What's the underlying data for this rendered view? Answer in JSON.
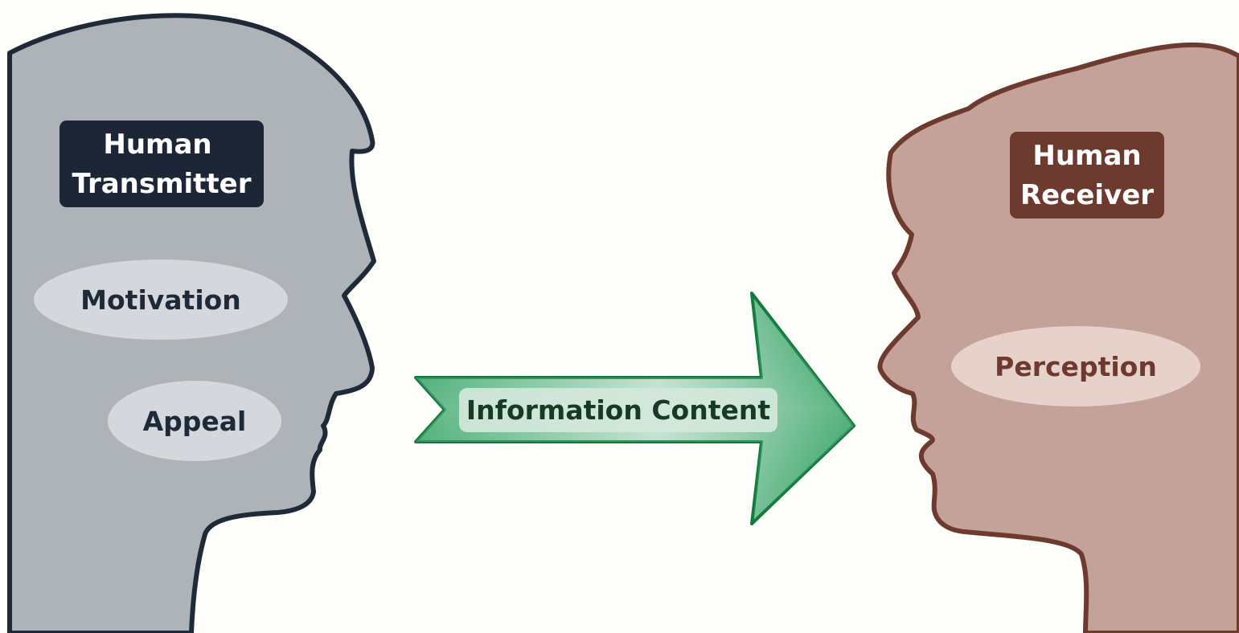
{
  "transmitter": {
    "title_line1": "Human",
    "title_line2": "Transmitter",
    "items": [
      {
        "label": "Motivation"
      },
      {
        "label": "Appeal"
      }
    ]
  },
  "channel": {
    "label": "Information Content"
  },
  "receiver": {
    "title_line1": "Human",
    "title_line2": "Receiver",
    "items": [
      {
        "label": "Perception"
      }
    ]
  },
  "colors": {
    "transmitter_head_fill": "#adb3b7",
    "transmitter_outline": "#1e2a38",
    "transmitter_title_bg": "#1c2636",
    "receiver_head_fill": "#c4a29a",
    "receiver_outline": "#6e3a2e",
    "receiver_title_bg": "#6c3a2e",
    "arrow_green": "#1f9a55",
    "arrow_outline": "#0e7a3c"
  },
  "icons": {
    "transmitter_head": "head-silhouette-facing-right-icon",
    "receiver_head": "head-silhouette-facing-left-icon",
    "arrow": "right-arrow-icon"
  }
}
